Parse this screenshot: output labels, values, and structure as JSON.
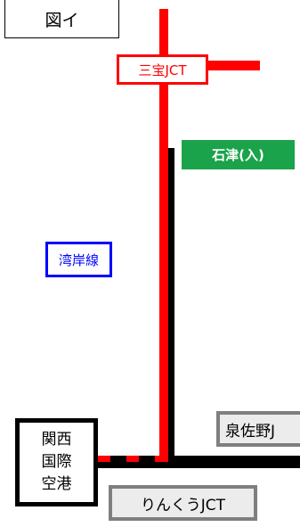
{
  "figure": {
    "title": "図イ"
  },
  "labels": {
    "sanpo_jct": "三宝JCT",
    "ishizu_ic": "石津(入)",
    "wangan_route": "湾岸線",
    "izumisano": "泉佐野J",
    "rinku_jct": "りんくうJCT",
    "airport": {
      "line1": "関西",
      "line2": "国際",
      "line3": "空港"
    }
  },
  "colors": {
    "red_route": "#ff0000",
    "black_route": "#000000",
    "ishizu_bg": "#1aa34a",
    "wangan_border": "#0000ff",
    "gray_border": "#7f7f7f",
    "gray_fill": "#ececec"
  }
}
